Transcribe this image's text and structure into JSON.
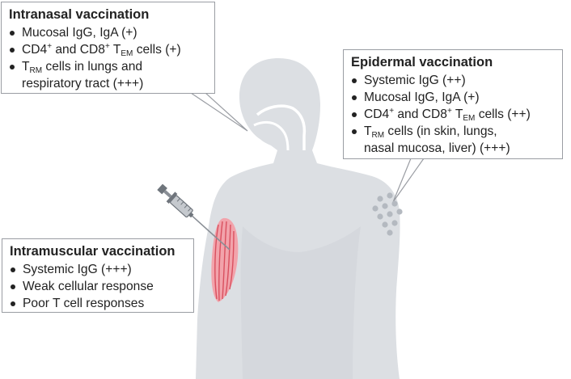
{
  "colors": {
    "body": "#dcdfe3",
    "body_dark": "#c9cdd3",
    "muscle": "#f2a3ab",
    "muscle_stripe": "#d9505f",
    "dots": "#b4b9c0",
    "box_border": "#9a9da3",
    "text": "#222222"
  },
  "icons": {
    "syringe": "syringe-icon",
    "muscle": "muscle-fiber-icon",
    "skin_patch": "epidermal-dots-icon",
    "body": "human-silhouette-icon"
  },
  "intranasal": {
    "title": "Intranasal vaccination",
    "items": [
      {
        "text": "Mucosal IgG, IgA (+)"
      },
      {
        "pre": "CD4",
        "sup1": "+",
        "mid": " and CD8",
        "sup2": "+",
        "mid2": " T",
        "sub": "EM",
        "post": " cells (+)"
      },
      {
        "pre": "T",
        "sub": "RM",
        "post": " cells in lungs and",
        "cont": "respiratory tract (+++)"
      }
    ]
  },
  "epidermal": {
    "title": "Epidermal vaccination",
    "items": [
      {
        "text": "Systemic IgG (++)"
      },
      {
        "text": "Mucosal IgG, IgA (+)"
      },
      {
        "pre": "CD4",
        "sup1": "+",
        "mid": " and CD8",
        "sup2": "+",
        "mid2": " T",
        "sub": "EM",
        "post": " cells (++)"
      },
      {
        "pre": "T",
        "sub": "RM",
        "post": " cells (in skin, lungs,",
        "cont": "nasal mucosa, liver) (+++)"
      }
    ]
  },
  "intramuscular": {
    "title": "Intramuscular vaccination",
    "items": [
      {
        "text": "Systemic IgG (+++)"
      },
      {
        "text": "Weak cellular response"
      },
      {
        "text": "Poor T cell responses"
      }
    ]
  }
}
